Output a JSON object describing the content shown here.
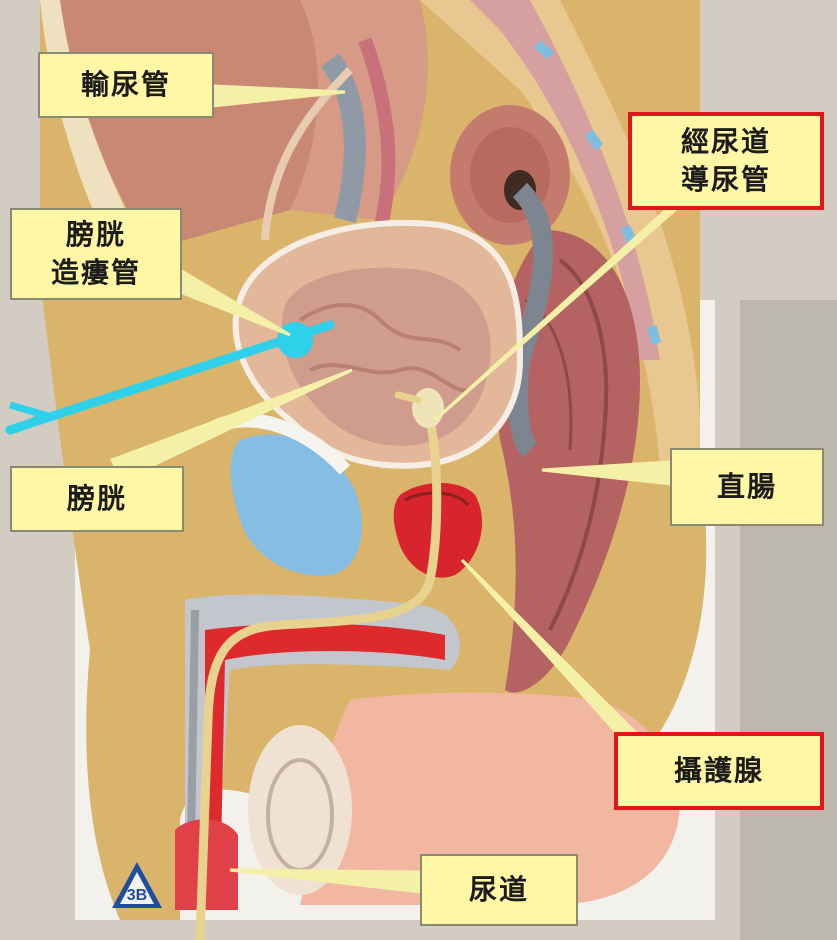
{
  "labels": {
    "ureter": "輸尿管",
    "bladder_catheter": "膀胱\n造瘻管",
    "urethral_catheter": "經尿道\n導尿管",
    "bladder": "膀胱",
    "rectum": "直腸",
    "prostate": "攝護腺",
    "urethra": "尿道"
  },
  "logo_text": "3B",
  "colors": {
    "label_fill": "#fff6a6",
    "highlight_border": "#e0161b",
    "catheter_blue": "#2fd0ea",
    "catheter_tan": "#e7d28e"
  }
}
